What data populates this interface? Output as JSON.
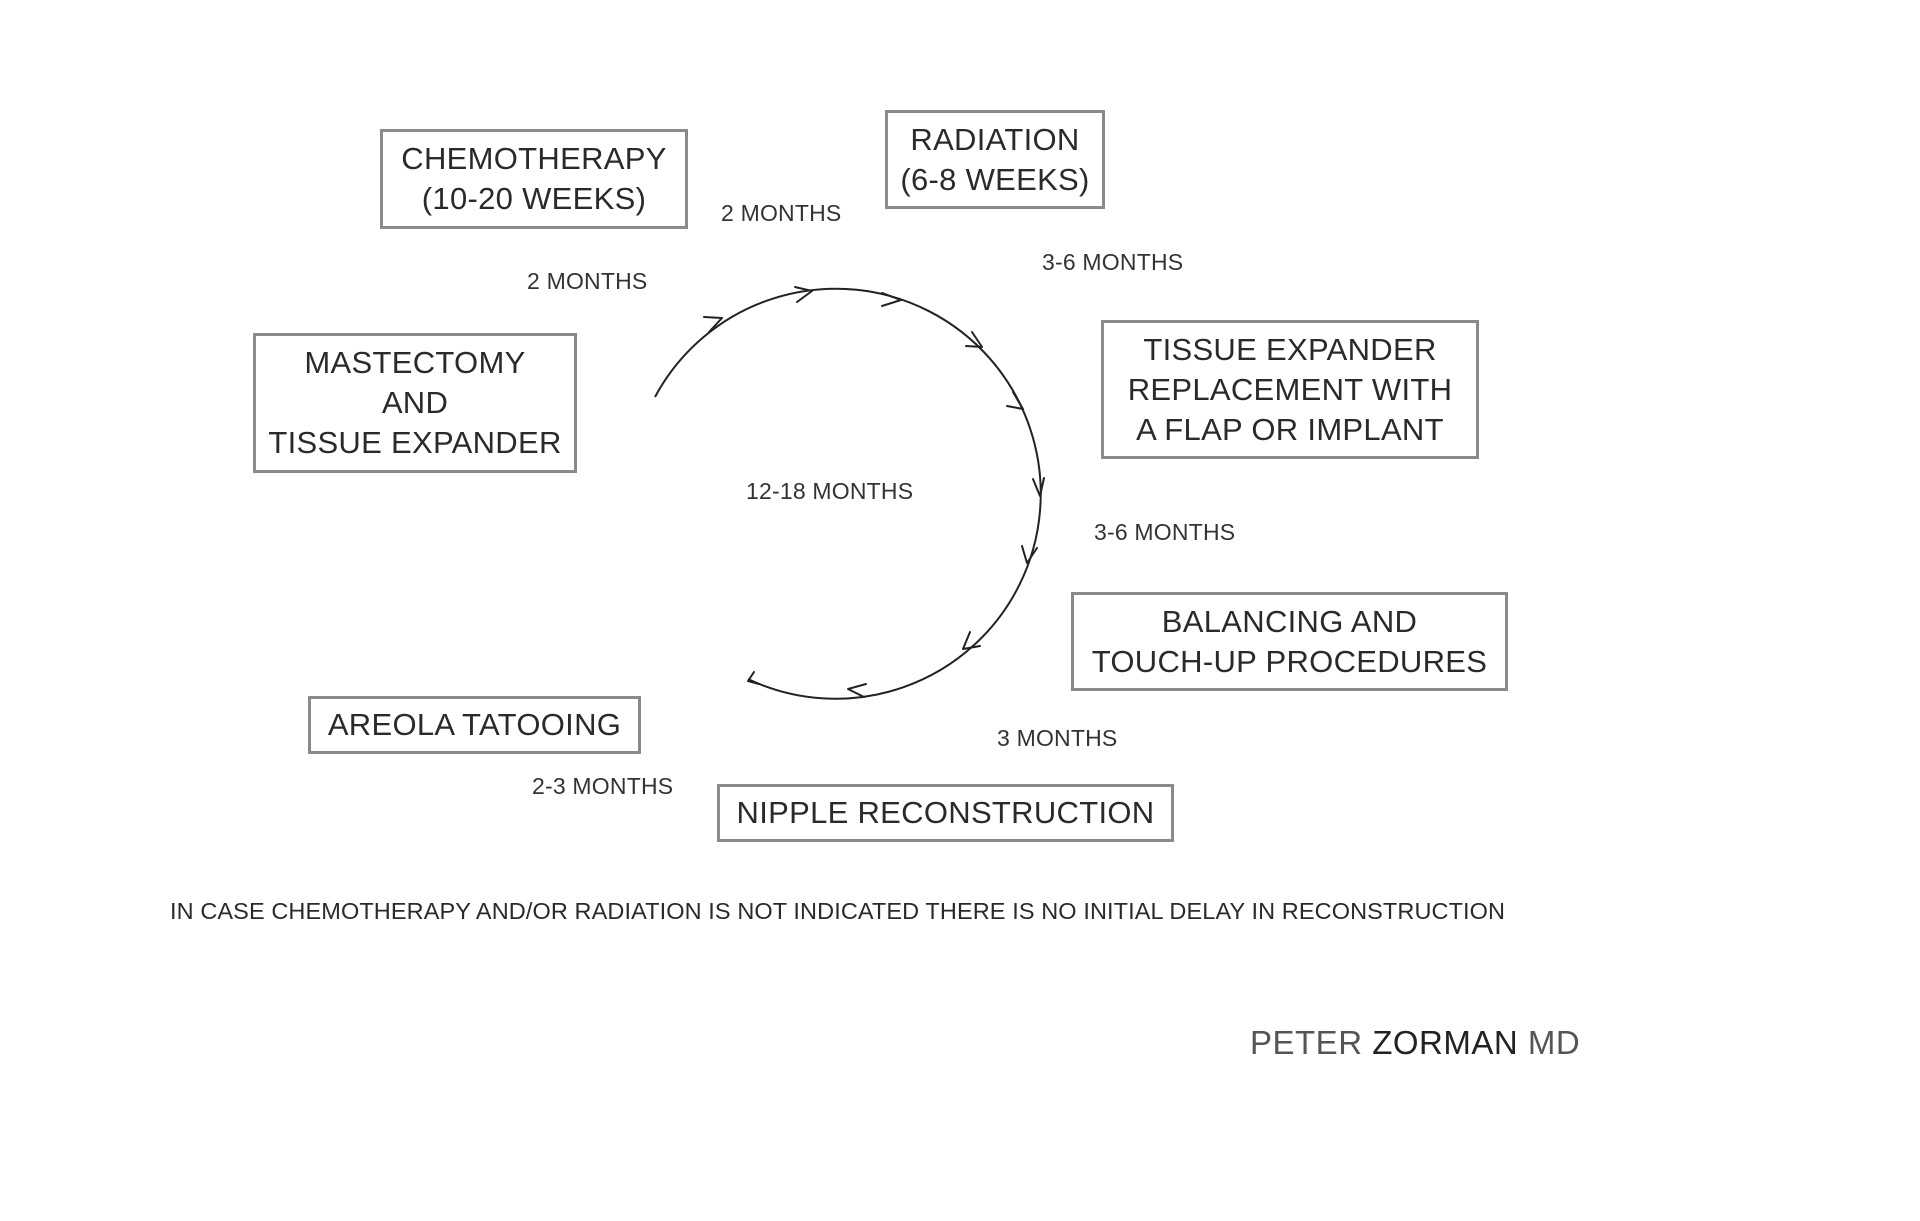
{
  "steps": {
    "chemotherapy": "CHEMOTHERAPY\n(10-20 WEEKS)",
    "radiation": "RADIATION\n(6-8 WEEKS)",
    "mastectomy": "MASTECTOMY\nAND\nTISSUE EXPANDER",
    "tissue_expander_replacement": "TISSUE EXPANDER\nREPLACEMENT WITH\nA FLAP OR IMPLANT",
    "balancing": "BALANCING AND\nTOUCH-UP PROCEDURES",
    "areola": "AREOLA TATOOING",
    "nipple": "NIPPLE RECONSTRUCTION"
  },
  "durations": {
    "mastectomy_to_chemo": "2 MONTHS",
    "chemo_to_radiation": "2 MONTHS",
    "radiation_to_replacement": "3-6 MONTHS",
    "replacement_to_balancing": "3-6 MONTHS",
    "balancing_to_nipple": "3 MONTHS",
    "nipple_to_areola": "2-3 MONTHS",
    "total": "12-18 MONTHS"
  },
  "footnote": "IN CASE CHEMOTHERAPY AND/OR RADIATION IS NOT INDICATED THERE IS NO INITIAL DELAY IN RECONSTRUCTION",
  "signature": {
    "first": "PETER",
    "last": "ZORMAN",
    "suffix": "MD"
  },
  "colors": {
    "box_border": "#8a8a8a",
    "text": "#2a2a2a",
    "arrow": "#222222"
  }
}
